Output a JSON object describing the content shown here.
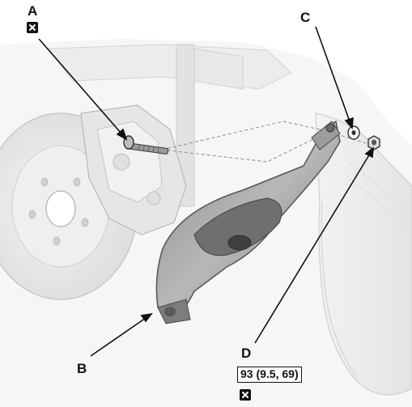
{
  "callouts": {
    "a": "A",
    "b": "B",
    "c": "C",
    "d": "D"
  },
  "torque_spec": "93 (9.5, 69)",
  "icons": {
    "replace_part": "x-box-icon"
  },
  "colors": {
    "line": "#111111",
    "part_gray": "#9a9a9a",
    "background": "#ffffff"
  }
}
